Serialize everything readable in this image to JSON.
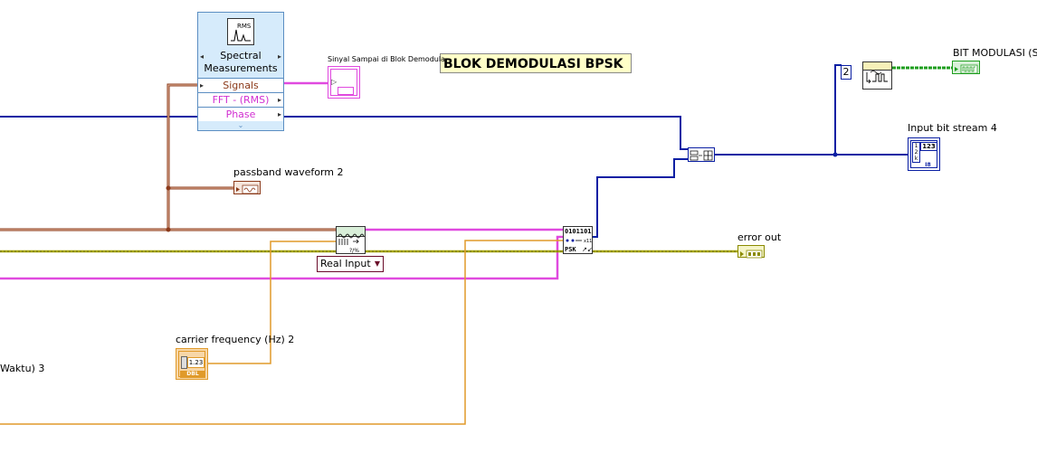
{
  "title": "BLOK DEMODULASI BPSK",
  "express_vi": {
    "name_line1": "Spectral",
    "name_line2": "Measurements",
    "terminals": [
      "Signals",
      "FFT - (RMS)",
      "Phase"
    ],
    "icon_text": "RMS"
  },
  "labels": {
    "sinyal_sampai": "Sinyal Sampai di Blok Demodula",
    "passband": "passband waveform 2",
    "carrier": "carrier frequency (Hz) 2",
    "waktu": "Waktu) 3",
    "error_out": "error out",
    "bit_modulasi": "BIT MODULASI (S",
    "input_bit": "Input bit stream 4"
  },
  "constants": {
    "two": "2",
    "carrier_value": "1.23",
    "carrier_type": "DBL",
    "input_bit_value": "123",
    "input_bit_type": "I8"
  },
  "demod_vi": {
    "bits": "0101101",
    "psk": "PSK"
  },
  "dropdown": {
    "value": "Real Input"
  },
  "colors": {
    "blue_wire": "#0a1fa3",
    "pink_wire": "#e04adf",
    "brown_wire": "#8b3a1a",
    "yellow_wire": "#a8a800",
    "orange_wire": "#e09a2a",
    "green_wire": "#1e9e1e"
  }
}
